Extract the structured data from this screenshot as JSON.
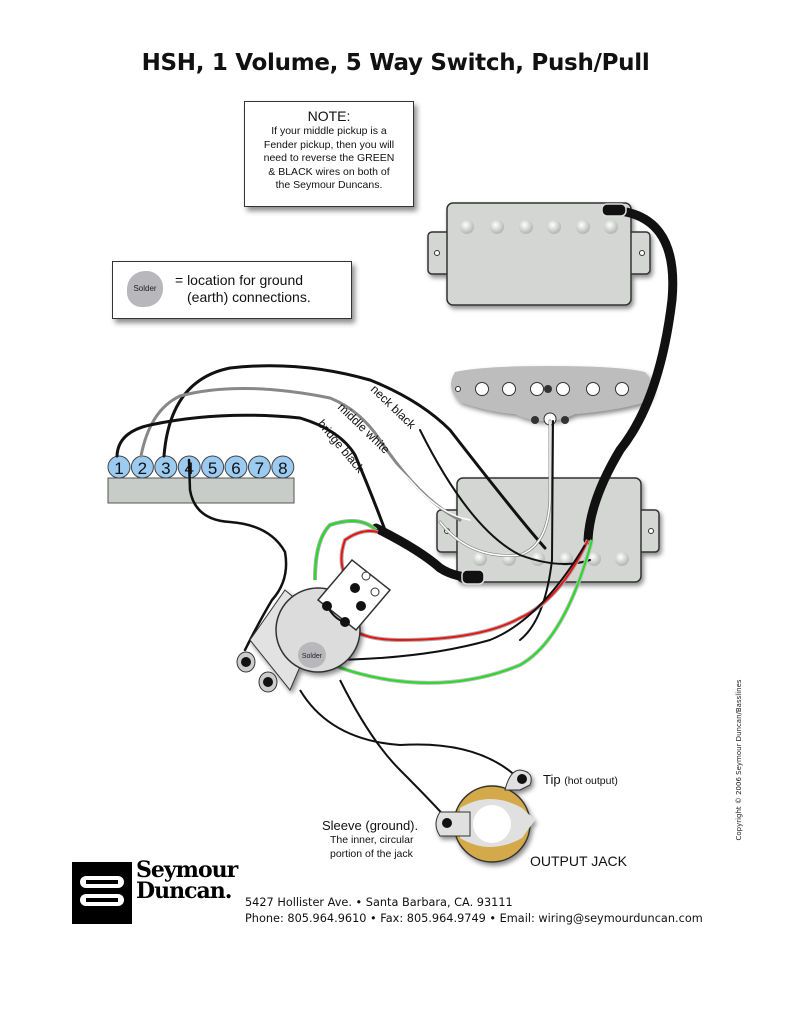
{
  "title": "HSH, 1 Volume, 5 Way Switch, Push/Pull",
  "note": {
    "heading": "NOTE:",
    "lines": [
      "If your middle pickup is a",
      "Fender pickup, then you will",
      "need to reverse the GREEN",
      "& BLACK wires on both of",
      "the Seymour Duncans."
    ]
  },
  "legend": {
    "symbol_label": "Solder",
    "line1": "= location for ground",
    "line2": "(earth) connections."
  },
  "switch_lugs": [
    "1",
    "2",
    "3",
    "4",
    "5",
    "6",
    "7",
    "8"
  ],
  "wire_labels": {
    "neck": "neck black",
    "middle": "middle white",
    "bridge": "bridge black"
  },
  "pot_solder_label": "Solder",
  "jack": {
    "tip_label": "Tip",
    "tip_sub": "(hot output)",
    "sleeve_label": "Sleeve (ground).",
    "sleeve_sub1": "The inner, circular",
    "sleeve_sub2": "portion of the jack",
    "title": "OUTPUT JACK"
  },
  "footer": {
    "brand_line1": "Seymour",
    "brand_line2": "Duncan.",
    "address": "5427 Hollister Ave. • Santa Barbara, CA. 93111",
    "contact": "Phone: 805.964.9610 • Fax: 805.964.9749 • Email: wiring@seymourduncan.com"
  },
  "copyright": "Copyright © 2006 Seymour Duncan/Basslines",
  "colors": {
    "lug_fill": "#9ccbf2",
    "switch_body": "#c8ccc8",
    "pickup_cover": "#d3d6d3",
    "single_coil": "#bdbdbd",
    "jack_ring": "#d4a94a",
    "wire_green": "#22dd22",
    "wire_red": "#ee1111"
  }
}
